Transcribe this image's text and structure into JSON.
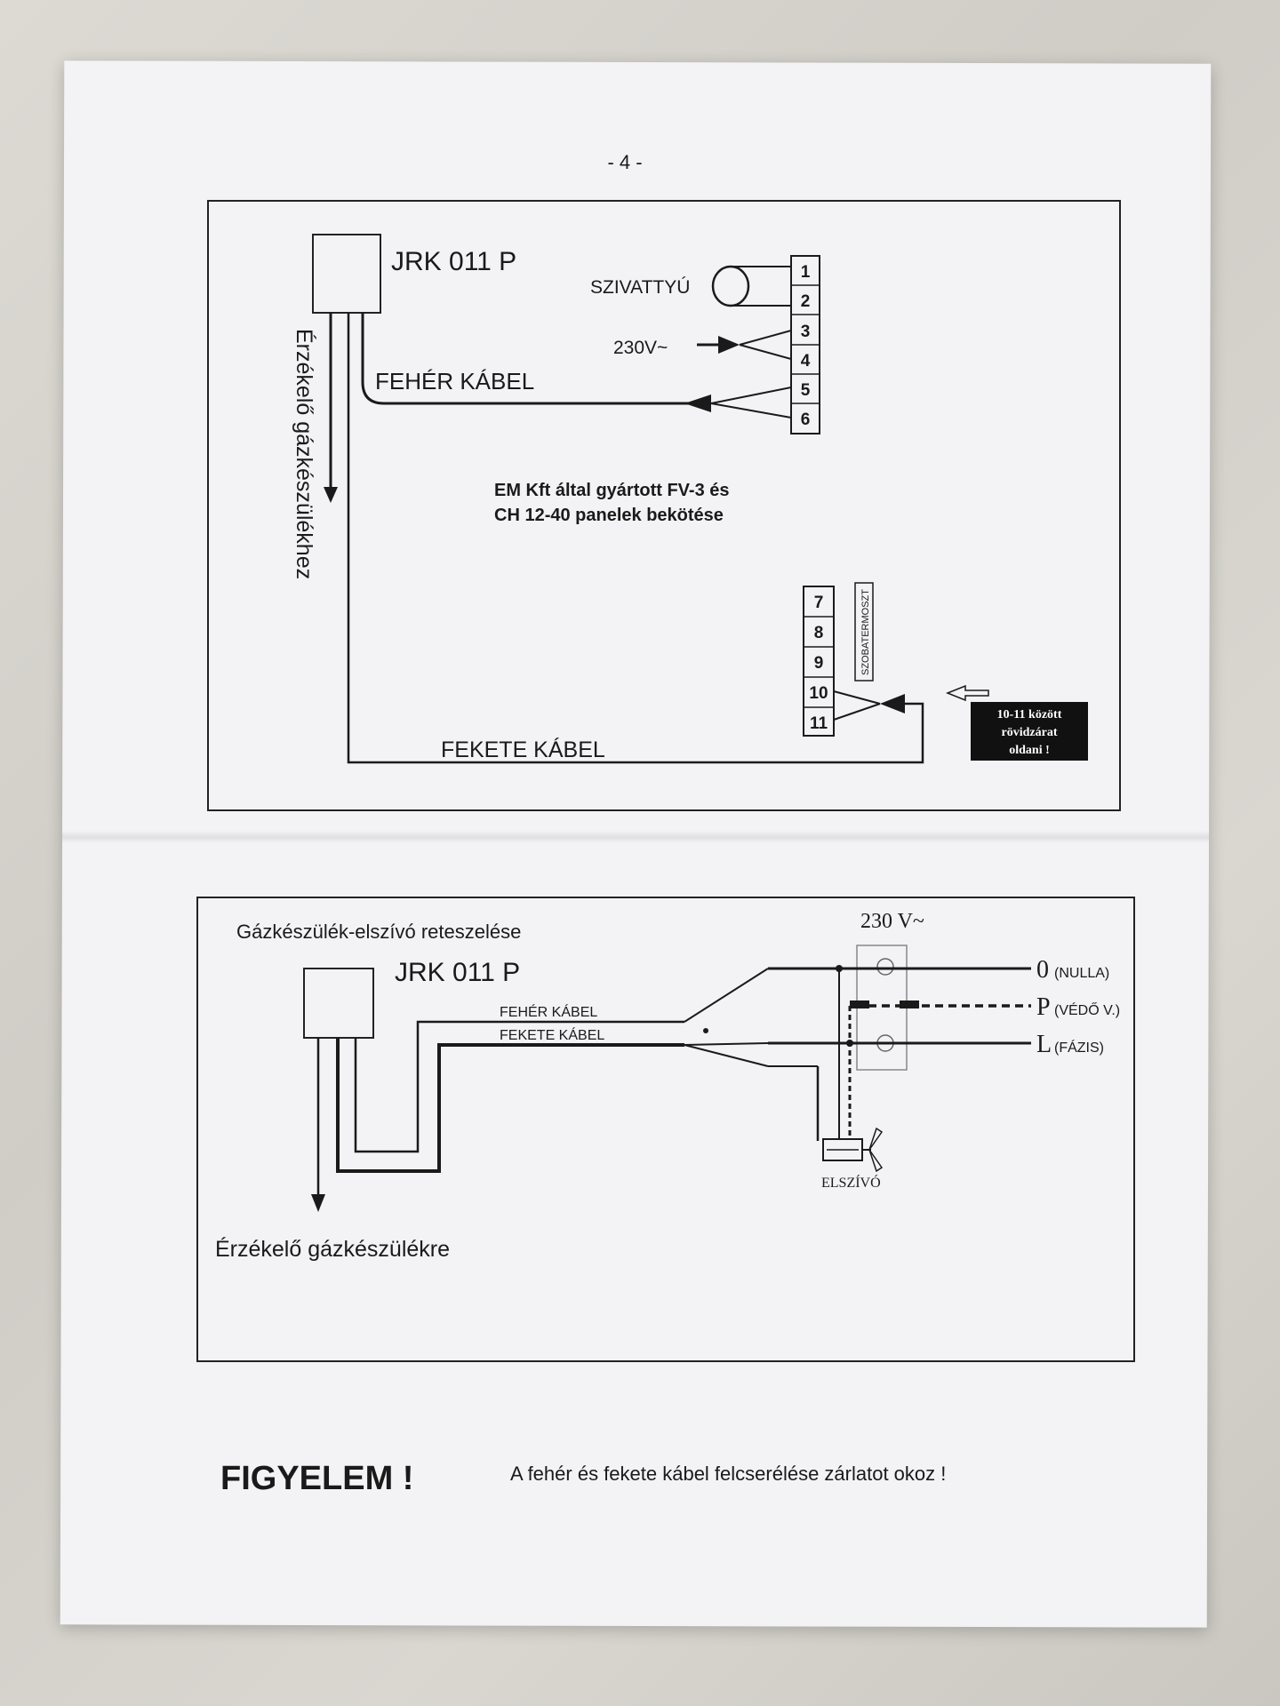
{
  "page_number": "- 4 -",
  "diagram1": {
    "device": "JRK 011 P",
    "pump_label": "SZIVATTYÚ",
    "voltage_label": "230V~",
    "white_cable": "FEHÉR KÁBEL",
    "black_cable": "FEKETE KÁBEL",
    "sensor_label": "Érzékelő gázkészülékhez",
    "caption_line1": "EM Kft által gyártott FV-3 és",
    "caption_line2": "CH 12-40 panelek bekötése",
    "terminals_top": [
      "1",
      "2",
      "3",
      "4",
      "5",
      "6"
    ],
    "terminals_bottom": [
      "7",
      "8",
      "9",
      "10",
      "11"
    ],
    "thermostat_label": "SZOBATERMOSZT",
    "note_line1": "10-11 között",
    "note_line2": "rövidzárat",
    "note_line3": "oldani !"
  },
  "diagram2": {
    "title": "Gázkészülék-elszívó reteszelése",
    "device": "JRK 011 P",
    "white_cable": "FEHÉR KÁBEL",
    "black_cable": "FEKETE KÁBEL",
    "voltage_label": "230 V~",
    "line_0_letter": "0",
    "line_0_desc": "(NULLA)",
    "line_p_letter": "P",
    "line_p_desc": "(VÉDŐ V.)",
    "line_l_letter": "L",
    "line_l_desc": "(FÁZIS)",
    "fan_label": "ELSZÍVÓ",
    "sensor_label": "Érzékelő gázkészülékre"
  },
  "warning": {
    "title": "FIGYELEM !",
    "text": "A fehér és fekete kábel felcserélése zárlatot okoz !"
  }
}
